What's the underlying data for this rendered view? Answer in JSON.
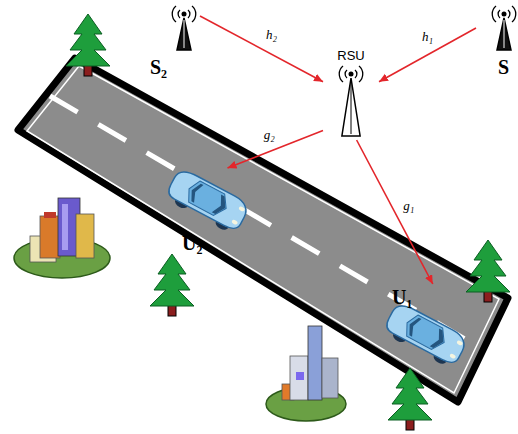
{
  "diagram": {
    "nodes": [
      {
        "text": [
          "S₂"
        ]
      },
      {
        "text": [
          "RSU"
        ]
      },
      {
        "text": [
          "S"
        ]
      },
      {
        "text": [
          "U₂"
        ]
      },
      {
        "text": [
          "U₁"
        ]
      }
    ],
    "edges": [
      {
        "from": 0,
        "to": 1,
        "label": "h₂",
        "arrow": "to"
      },
      {
        "from": 2,
        "to": 1,
        "label": "h₁",
        "arrow": "to"
      },
      {
        "from": 1,
        "to": 3,
        "label": "g₂",
        "arrow": "to"
      },
      {
        "from": 1,
        "to": 4,
        "label": "g₁",
        "arrow": "to"
      }
    ]
  }
}
